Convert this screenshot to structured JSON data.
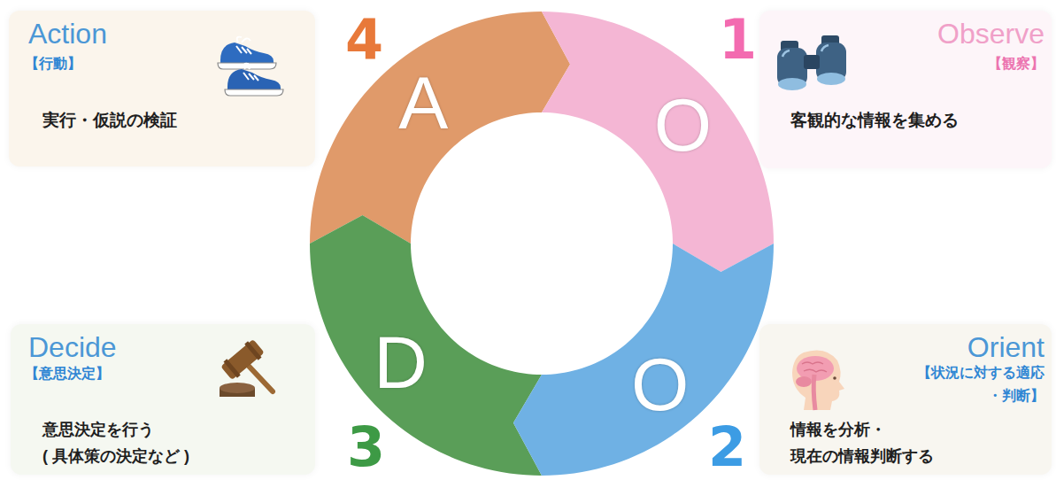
{
  "diagram": {
    "nodes": [
      {
        "text": [
          "Action",
          "【行動】",
          "実行・仮説の検証"
        ]
      },
      {
        "text": [
          "A"
        ]
      },
      {
        "text": [
          "O"
        ]
      },
      {
        "text": [
          "Observe",
          "【観察】",
          "客観的な情報を集める"
        ]
      },
      {
        "text": [
          "Decide",
          "【意思決定】",
          "意思決定を行う ( 具体策の決定など )"
        ]
      },
      {
        "text": [
          "D"
        ]
      },
      {
        "text": [
          "O"
        ]
      },
      {
        "text": [
          "Orient",
          "【状況に対する適応 ・判断】",
          "情報を分析・ 現在の情報判断する"
        ]
      }
    ],
    "labels": [
      "4",
      "1",
      "3",
      "2"
    ]
  }
}
